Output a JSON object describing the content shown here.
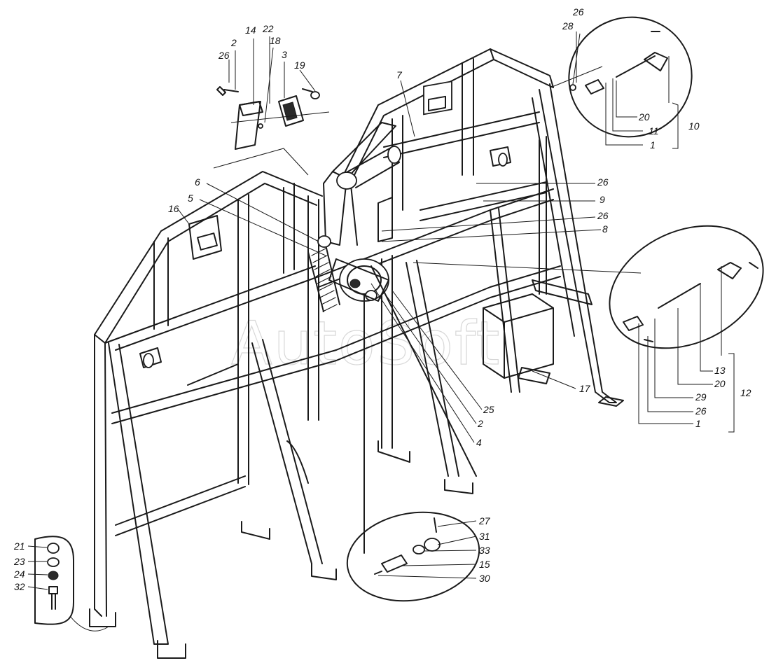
{
  "watermark": "AutoSoft",
  "callouts": {
    "c14": "14",
    "c22": "22",
    "c2a": "2",
    "c18": "18",
    "c3": "3",
    "c26a": "26",
    "c19": "19",
    "c7": "7",
    "c26b": "26",
    "c28": "28",
    "c20a": "20",
    "c11": "11",
    "c1a": "1",
    "c10": "10",
    "c6": "6",
    "c5": "5",
    "c16": "16",
    "c26c": "26",
    "c9": "9",
    "c26d": "26",
    "c8": "8",
    "c13": "13",
    "c20b": "20",
    "c29": "29",
    "c26e": "26",
    "c1b": "1",
    "c12": "12",
    "c17": "17",
    "c25": "25",
    "c2b": "2",
    "c4": "4",
    "c27": "27",
    "c31": "31",
    "c33": "33",
    "c15": "15",
    "c30": "30",
    "c21": "21",
    "c23": "23",
    "c24": "24",
    "c32": "32"
  }
}
